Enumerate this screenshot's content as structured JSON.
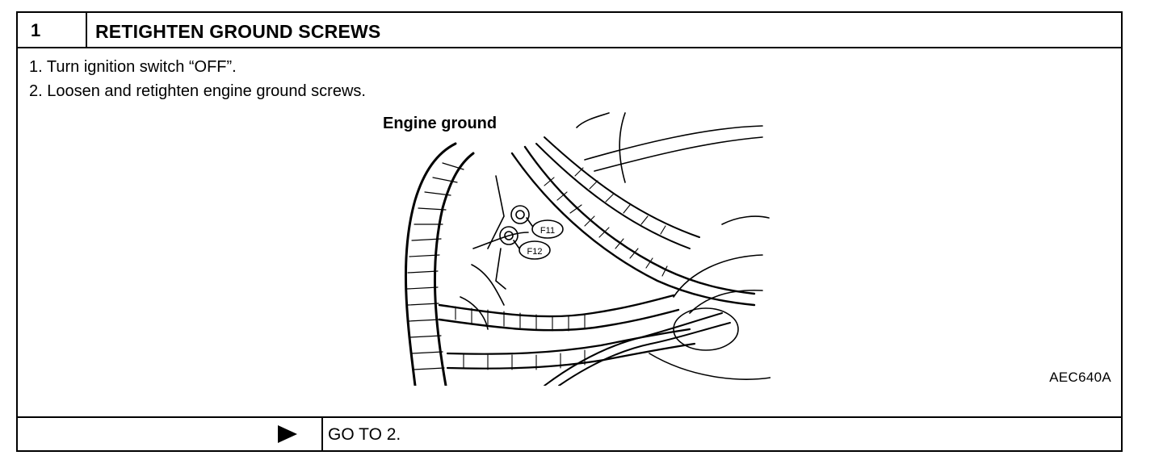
{
  "step": {
    "number": "1",
    "title": "RETIGHTEN GROUND SCREWS"
  },
  "instructions": [
    "1.  Turn ignition switch “OFF”.",
    "2.  Loosen and retighten engine ground screws."
  ],
  "figure": {
    "label": "Engine ground",
    "callouts": [
      "F11",
      "F12"
    ],
    "code": "AEC640A"
  },
  "action": {
    "icon": "arrow-right-icon",
    "text": "GO TO 2."
  }
}
